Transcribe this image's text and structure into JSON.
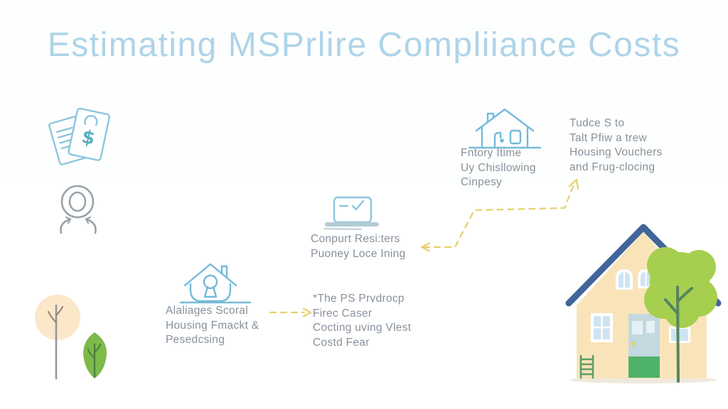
{
  "title": "Estimating MSPrlire Compliiance Costs",
  "nodes": {
    "social_housing": {
      "icon": "keyhole-house-icon",
      "lines": [
        "Alaliages Scoral",
        "Housing Fmackt &",
        "Pesedcsing"
      ]
    },
    "computer_registers": {
      "icon": "laptop-check-icon",
      "lines": [
        "Conpurt Resi:ters",
        "Puoney Loce Ining"
      ]
    },
    "ps_paradox": {
      "lines": [
        "*The PS Prvdrocp",
        "Firec Caser",
        "Cocting uving Vlest",
        "Costd Fear"
      ]
    },
    "entry_home": {
      "icon": "home-door-icon",
      "lines": [
        "Fntory Itime",
        "Uy Chisllowing",
        "Cinpesy"
      ]
    },
    "vouchers": {
      "lines": [
        "Tudce S to",
        "Talt Pfiw a trew",
        "Housing Vouchers",
        "and Frug-clocing"
      ]
    }
  },
  "decorations": {
    "dollar_documents": "dollar-documents-icon",
    "person_scan": "person-scan-icon",
    "thin_trees": "thin-trees-illustration",
    "big_house": "house-illustration"
  },
  "colors": {
    "title_blue": "#aed4e8",
    "icon_blue": "#74bada",
    "text_gray": "#87919b",
    "arrow_yellow": "#e7cf6a",
    "roof_blue": "#41649a",
    "house_cream": "#f9e4ba",
    "tree_green": "#a6cf4f",
    "leaf_green": "#7cba4a",
    "peach_circle": "#fbe8c8",
    "door_green": "#4fb269",
    "dollar_teal": "#57aebf"
  }
}
